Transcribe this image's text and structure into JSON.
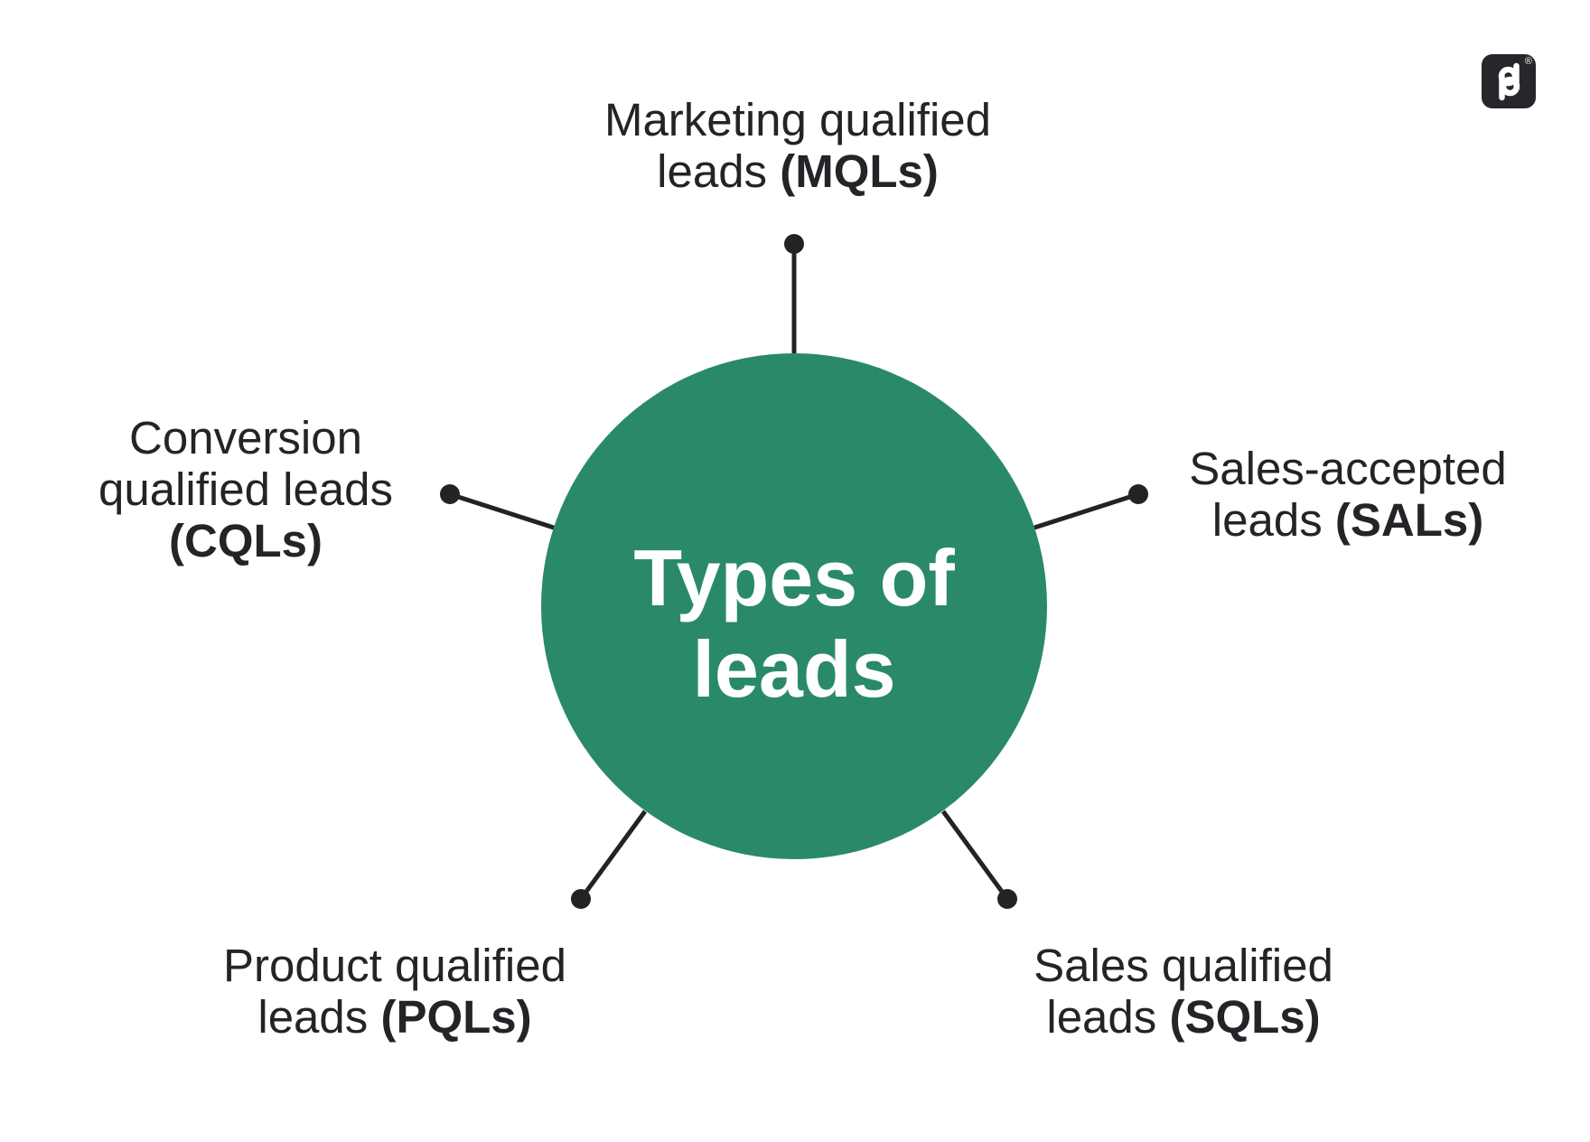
{
  "page": {
    "background": "#FFFFFF"
  },
  "brand_logo": {
    "monogram": "pd",
    "registered_mark": "®",
    "bg_color": "#26272B",
    "fg_color": "#FFFFFF"
  },
  "hub": {
    "line1": "Types of",
    "line2": "leads",
    "fill": "#2A8A68",
    "text_color": "#FFFFFF"
  },
  "connector": {
    "color": "#232323"
  },
  "label_color": "#222427",
  "nodes": {
    "mql": {
      "line1": "Marketing qualified",
      "line2_text": "leads",
      "acronym": "(MQLs)"
    },
    "sal": {
      "line1": "Sales-accepted",
      "line2_text": "leads",
      "acronym": "(SALs)"
    },
    "cql": {
      "line1": "Conversion",
      "line2": "qualified leads",
      "acronym": "(CQLs)"
    },
    "pql": {
      "line1": "Product qualified",
      "line2_text": "leads",
      "acronym": "(PQLs)"
    },
    "sql": {
      "line1": "Sales qualified",
      "line2_text": "leads",
      "acronym": "(SQLs)"
    }
  }
}
